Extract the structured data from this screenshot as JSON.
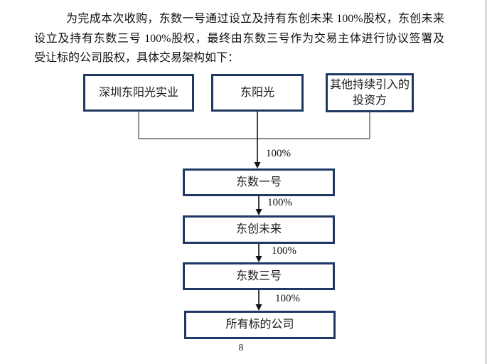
{
  "paragraph": {
    "lines": [
      "为完成本次收购，东数一号通过设立及持有东创未来 100%股权，东创未来",
      "设立及持有东数三号 100%股权，最终由东数三号作为交易主体进行协议签署及",
      "受让标的公司股权，具体交易架构如下："
    ]
  },
  "diagram": {
    "shareholders": [
      {
        "label": "深圳东阳光实业"
      },
      {
        "label": "东阳光"
      },
      {
        "label": "其他持续引入的投资方"
      }
    ],
    "chain": [
      {
        "label": "东数一号"
      },
      {
        "label": "东创未来"
      },
      {
        "label": "东数三号"
      },
      {
        "label": "所有标的公司"
      }
    ],
    "ownership_labels": [
      "100%",
      "100%",
      "100%",
      "100%"
    ]
  },
  "footer": {
    "page_number": "8"
  },
  "colors": {
    "box-border": "#203864",
    "connector": "#4a4a4a",
    "arrow": "#111111"
  }
}
